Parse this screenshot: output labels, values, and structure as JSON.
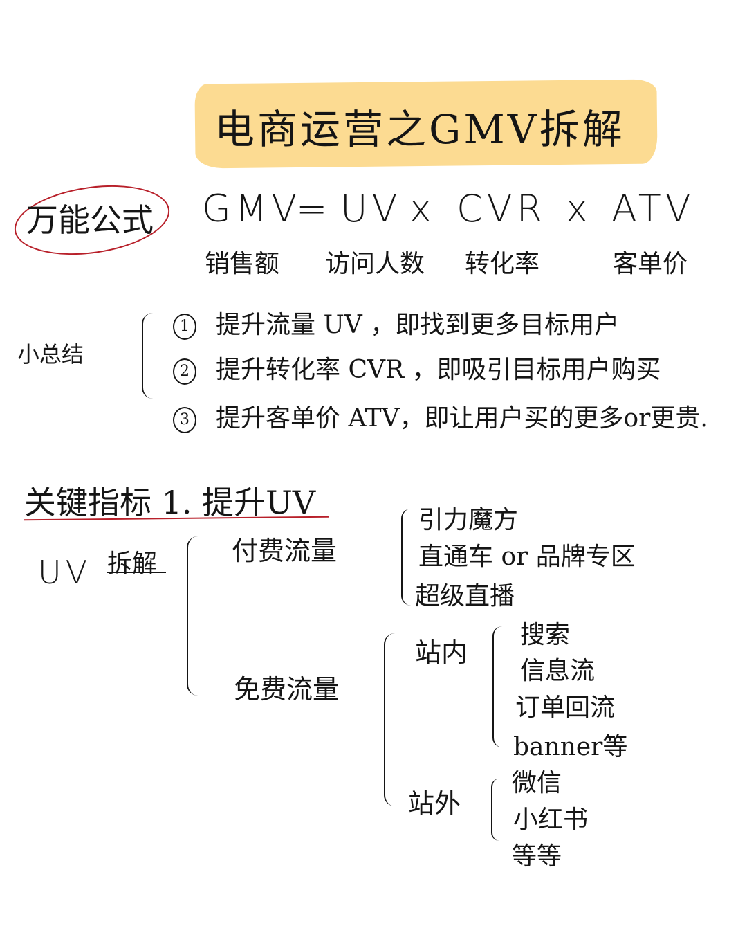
{
  "title": "电商运营之GMV拆解",
  "highlight_color": "#fcd98c",
  "accent_red": "#b8202a",
  "formula_section": {
    "label": "万能公式",
    "terms": [
      {
        "symbol": "GMV",
        "meaning": "销售额"
      },
      {
        "symbol": "UV",
        "meaning": "访问人数"
      },
      {
        "symbol": "CVR",
        "meaning": "转化率"
      },
      {
        "symbol": "ATV",
        "meaning": "客单价"
      }
    ],
    "equals": "=",
    "times": "x"
  },
  "summary": {
    "label": "小总结",
    "items": [
      {
        "num": "1",
        "text": "提升流量 UV ，即找到更多目标用户"
      },
      {
        "num": "2",
        "text": "提升转化率 CVR ，即吸引目标用户购买"
      },
      {
        "num": "3",
        "text": "提升客单价 ATV，即让用户买的更多or更贵."
      }
    ]
  },
  "key_metric": {
    "heading": "关键指标 1. 提升UV",
    "root": "UV",
    "arrow_label": "拆解",
    "paid": {
      "label": "付费流量",
      "items": [
        "引力魔方",
        "直通车 or 品牌专区",
        "超级直播"
      ]
    },
    "free": {
      "label": "免费流量",
      "onsite": {
        "label": "站内",
        "items": [
          "搜索",
          "信息流",
          "订单回流",
          "banner等"
        ]
      },
      "offsite": {
        "label": "站外",
        "items": [
          "微信",
          "小红书",
          "等等"
        ]
      }
    }
  }
}
